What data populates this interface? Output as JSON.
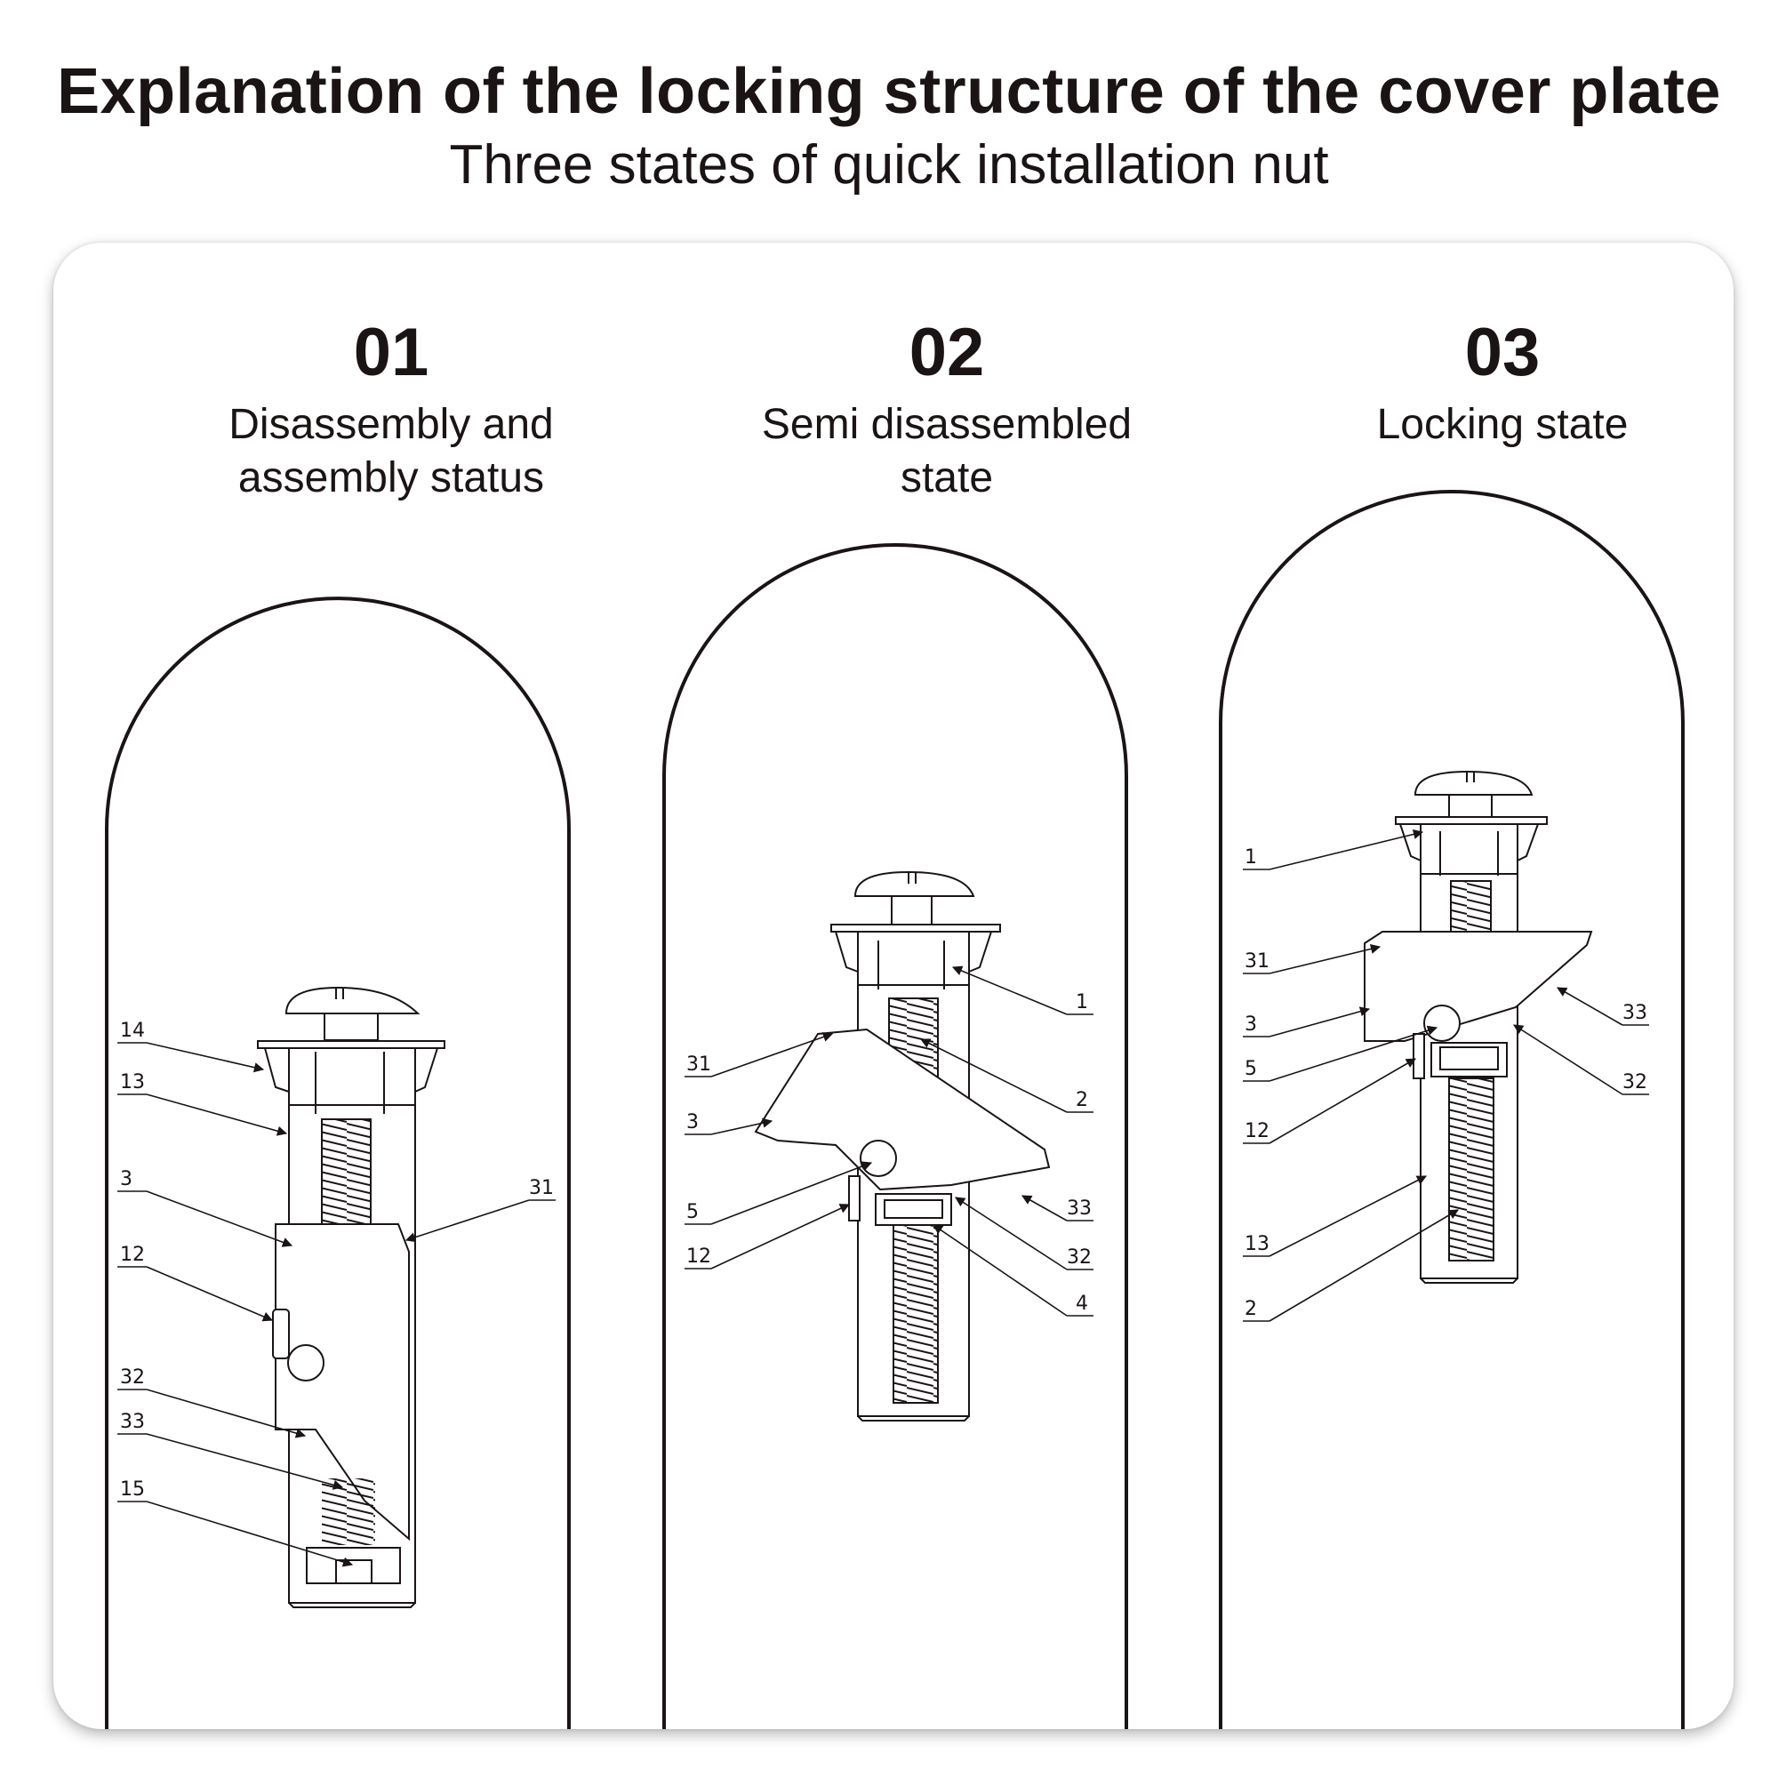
{
  "header": {
    "title": "Explanation of the locking structure of the cover plate",
    "subtitle": "Three states of quick installation nut"
  },
  "states": [
    {
      "number": "01",
      "label_line1": "Disassembly and",
      "label_line2": "assembly status"
    },
    {
      "number": "02",
      "label_line1": "Semi disassembled",
      "label_line2": "state"
    },
    {
      "number": "03",
      "label_line1": "Locking state",
      "label_line2": ""
    }
  ],
  "callouts": {
    "s1": [
      "14",
      "13",
      "3",
      "12",
      "32",
      "33",
      "15",
      "31"
    ],
    "s2": [
      "31",
      "3",
      "5",
      "12",
      "1",
      "2",
      "33",
      "32",
      "4"
    ],
    "s3": [
      "1",
      "31",
      "3",
      "5",
      "12",
      "13",
      "2",
      "33",
      "32"
    ]
  },
  "colors": {
    "ink": "#1a1414",
    "part_fill": "#ffffff",
    "card_bg": "#ffffff"
  }
}
